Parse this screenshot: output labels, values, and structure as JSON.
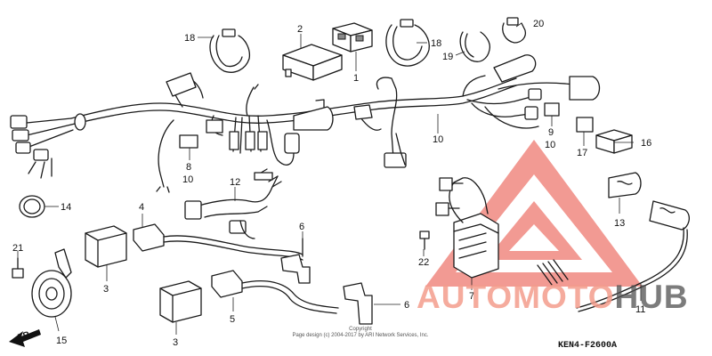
{
  "diagram_code": "KEN4-F2600A",
  "front_label": "FR-",
  "copyright": [
    "Copyright",
    "Page design (c) 2004-2017 by ARI Network Services, Inc."
  ],
  "watermark": {
    "part1": "AUTO",
    "part2": "MOTO",
    "part3": "HUB"
  },
  "colors": {
    "watermark_red": "#e8473a",
    "watermark_gray": "#555555",
    "line": "#1a1a1a"
  },
  "callouts": {
    "c1": "1",
    "c2": "2",
    "c3a": "3",
    "c3b": "3",
    "c4": "4",
    "c5": "5",
    "c6a": "6",
    "c6b": "6",
    "c7": "7",
    "c8": "8",
    "c9": "9",
    "c10a": "10",
    "c10b": "10",
    "c10c": "10",
    "c11": "11",
    "c12": "12",
    "c13": "13",
    "c14": "14",
    "c15": "15",
    "c16": "16",
    "c17": "17",
    "c18a": "18",
    "c18b": "18",
    "c19": "19",
    "c20": "20",
    "c21": "21",
    "c22": "22"
  }
}
